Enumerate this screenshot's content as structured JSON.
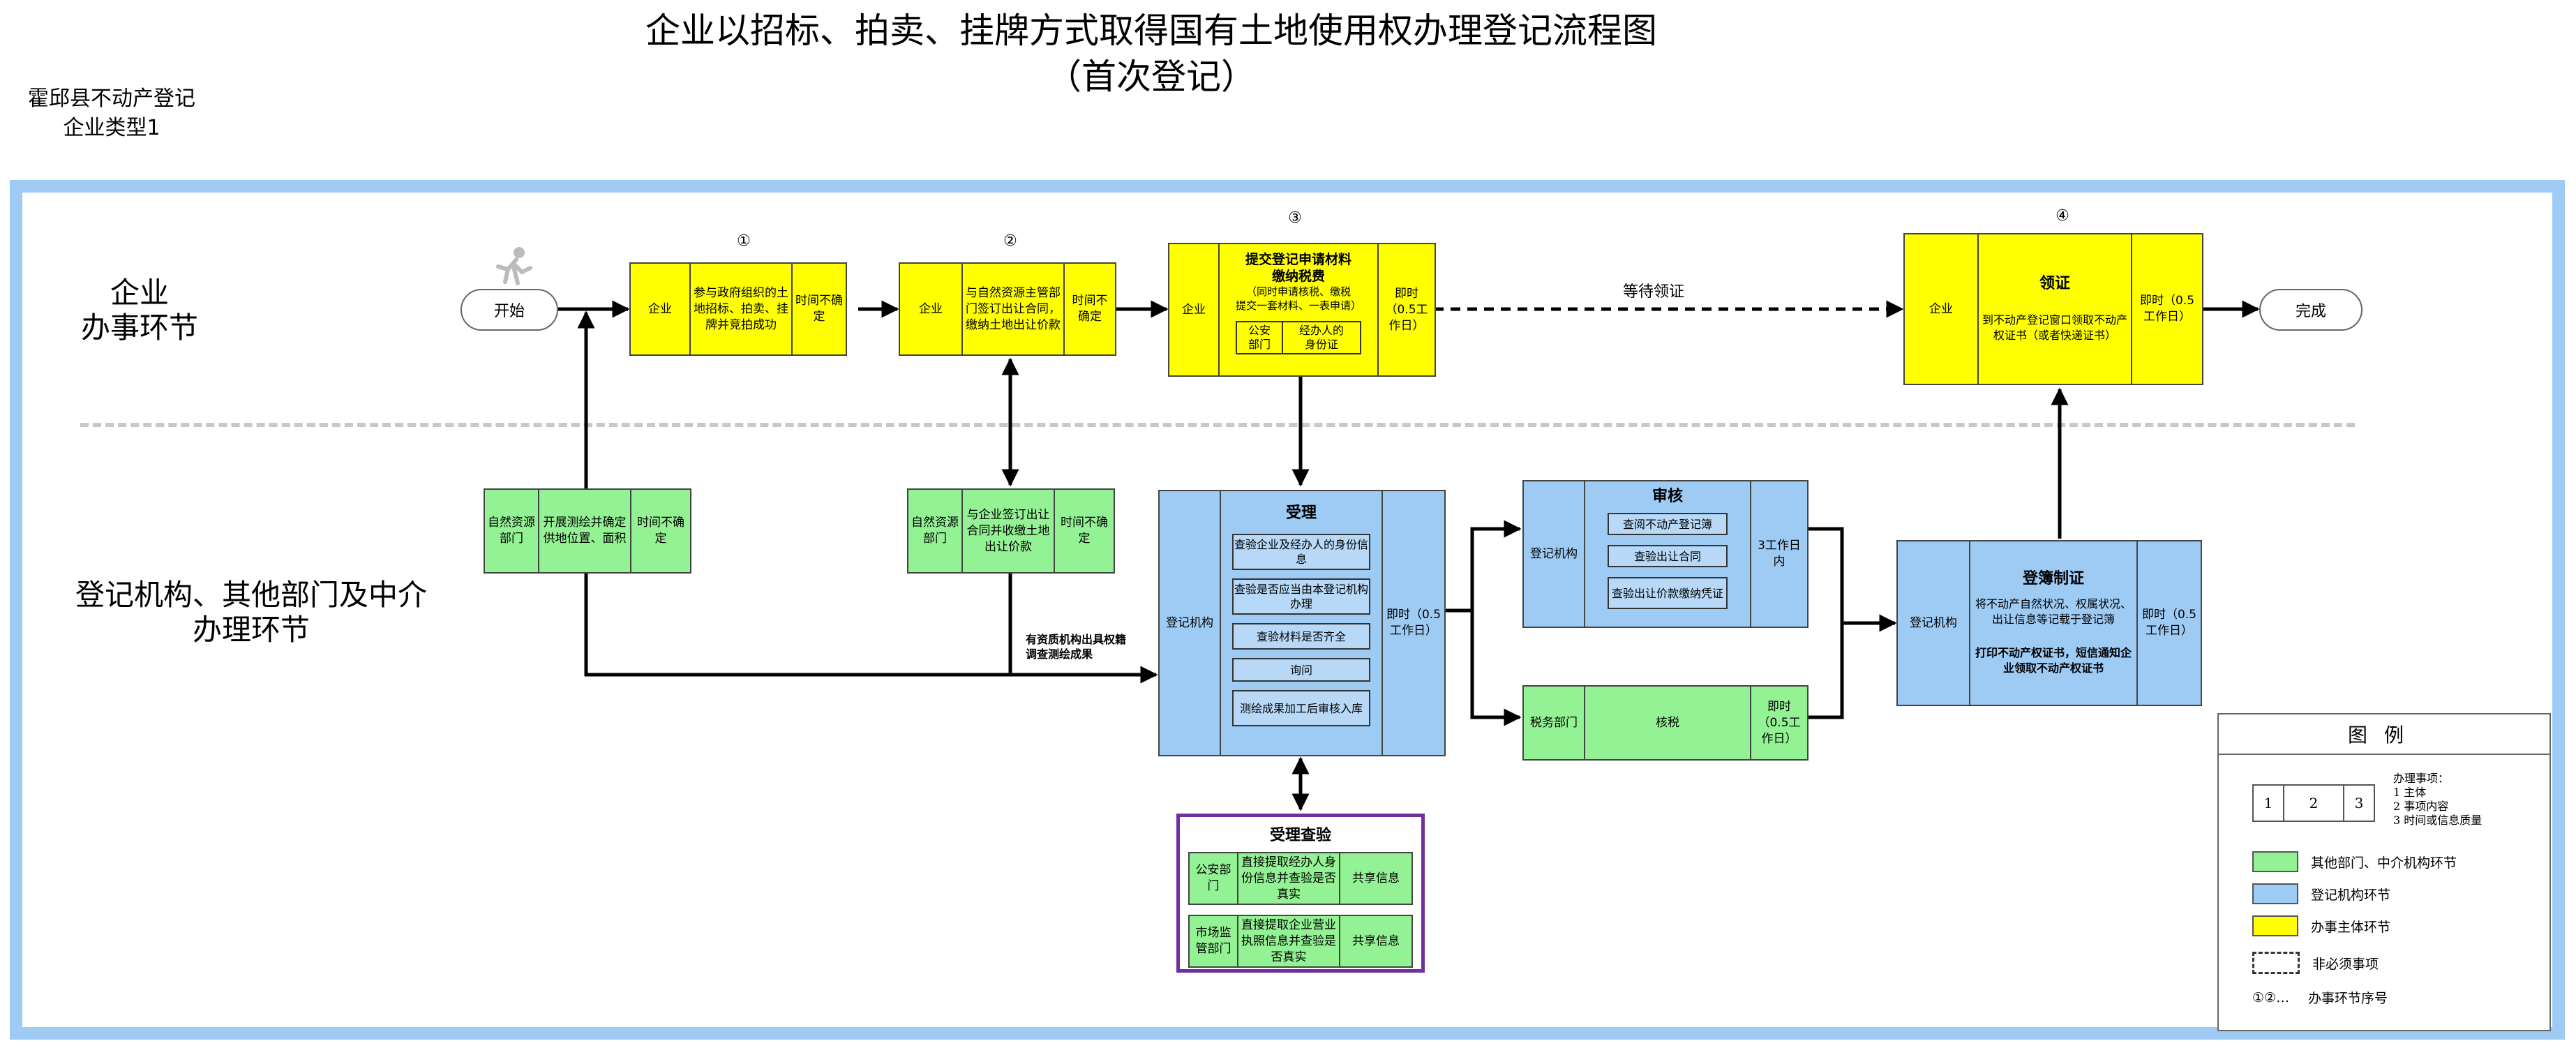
{
  "title": {
    "main": "企业以招标、拍卖、挂牌方式取得国有土地使用权办理登记流程图",
    "sub": "（首次登记）"
  },
  "county": {
    "line1": "霍邱县不动产登记",
    "line2": "企业类型1"
  },
  "lanes": {
    "top": [
      "企业",
      "办事环节"
    ],
    "bottom": [
      "登记机构、其他部门及中介",
      "办理环节"
    ]
  },
  "flow": {
    "start": "开始",
    "finish": "完成",
    "wait_label": "等待领证",
    "survey_label": [
      "有资质机构出具权籍",
      "调查测绘成果"
    ],
    "step1": {
      "num": "①",
      "subject": "企业",
      "content": "参与政府组织的土地招标、拍卖、挂牌并竞拍成功",
      "time": "时间不确定"
    },
    "step2": {
      "num": "②",
      "subject": "企业",
      "content": "与自然资源主管部门签订出让合同，缴纳土地出让价款",
      "time": "时间不确定"
    },
    "step3": {
      "num": "③",
      "subject": "企业",
      "title": [
        "提交登记申请材料",
        "缴纳税费"
      ],
      "note": [
        "（同时申请核税、缴税",
        "提交一套材料、一表申请）"
      ],
      "inner_left": [
        "公安",
        "部门"
      ],
      "inner_right": [
        "经办人的",
        "身份证"
      ],
      "time": "即时（0.5工作日）"
    },
    "step4": {
      "num": "④",
      "subject": "企业",
      "title": "领证",
      "content": "到不动产登记窗口领取不动产权证书（或者快递证书）",
      "time": "即时（0.5工作日）"
    },
    "survey": {
      "subject": "自然资源部门",
      "content": "开展测绘并确定供地位置、面积",
      "time": "时间不确定"
    },
    "contract": {
      "subject": "自然资源部门",
      "content": "与企业签订出让合同并收缴土地出让价款",
      "time": "时间不确定"
    },
    "accept": {
      "subject": "登记机构",
      "title": "受理",
      "items": [
        "查验企业及经办人的身份信息",
        "查验是否应当由本登记机构办理",
        "查验材料是否齐全",
        "询问",
        "测绘成果加工后审核入库"
      ],
      "time": "即时（0.5工作日）"
    },
    "review": {
      "subject": "登记机构",
      "title": "审核",
      "items": [
        "查阅不动产登记簿",
        "查验出让合同",
        "查验出让价款缴纳凭证"
      ],
      "time": "3工作日内"
    },
    "tax": {
      "subject": "税务部门",
      "content": "核税",
      "time": "即时（0.5工作日）"
    },
    "register": {
      "subject": "登记机构",
      "title": "登簿制证",
      "content1": "将不动产自然状况、权属状况、出让信息等记载于登记簿",
      "content2": "打印不动产权证书，短信通知企业领取不动产权证书",
      "time": "即时（0.5工作日）"
    },
    "verify": {
      "title": "受理查验",
      "rows": [
        {
          "subject": "公安部门",
          "content": "直接提取经办人身份信息并查验是否真实",
          "result": "共享信息"
        },
        {
          "subject": "市场监管部门",
          "content": "直接提取企业营业执照信息并查验是否真实",
          "result": "共享信息"
        }
      ]
    }
  },
  "legend": {
    "title": "图例",
    "cells": [
      "1",
      "2",
      "3"
    ],
    "items_title": "办理事项：",
    "items": [
      "1 主体",
      "2 事项内容",
      "3 时间或信息质量"
    ],
    "green": "其他部门、中介机构环节",
    "blue": "登记机构环节",
    "yellow": "办事主体环节",
    "dashed": "非必须事项",
    "seq_symbol": "①②…",
    "seq": "办事环节序号"
  },
  "colors": {
    "yellow": "#ffff00",
    "green": "#93f293",
    "blue": "#9ecbf4",
    "frame": "#9ecbf4",
    "verify_border": "#7030a0"
  }
}
